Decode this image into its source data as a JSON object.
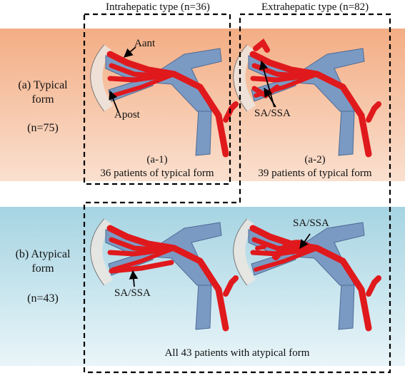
{
  "columns": {
    "intrahepatic": "Intrahepatic type (n=36)",
    "extrahepatic": "Extrahepatic type (n=82)"
  },
  "rows": {
    "typical": {
      "label_line1": "(a) Typical",
      "label_line2": "form",
      "n": "(n=75)"
    },
    "atypical": {
      "label_line1": "(b) Atypical",
      "label_line2": "form",
      "n": "(n=43)"
    }
  },
  "panels": {
    "a1": {
      "id": "(a-1)",
      "caption": "36 patients of typical form",
      "annotation_1": "Aant",
      "annotation_2": "Apost"
    },
    "a2": {
      "id": "(a-2)",
      "caption": "39 patients of typical form",
      "annotation": "SA/SSA"
    },
    "b1": {
      "annotation": "SA/SSA"
    },
    "b2": {
      "annotation": "SA/SSA"
    },
    "b_caption": "All 43 patients with atypical form"
  },
  "colors": {
    "typical_band": "#f3ad84",
    "atypical_band": "#a6d4e2",
    "vein": "#7b9ac3",
    "artery": "#e0191c"
  }
}
